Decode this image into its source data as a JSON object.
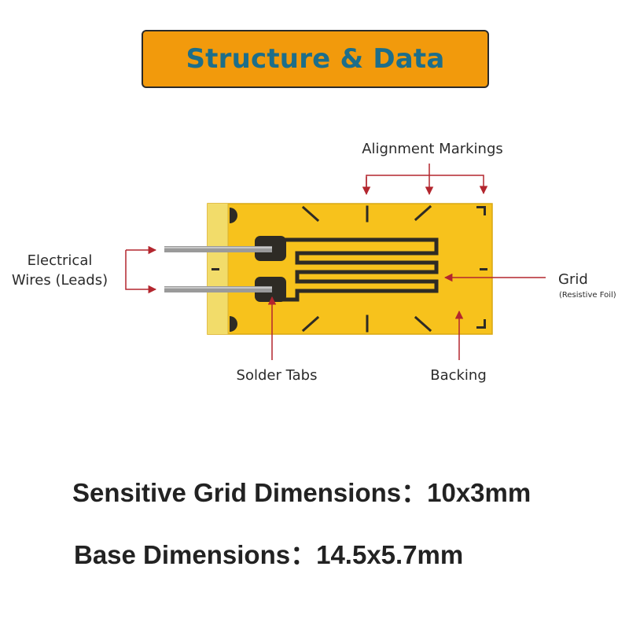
{
  "header": {
    "title": "Structure & Data"
  },
  "diagram": {
    "labels": {
      "alignment_markings": "Alignment Markings",
      "electrical_wires_line1": "Electrical",
      "electrical_wires_line2": "Wires (Leads)",
      "grid": "Grid",
      "grid_sub": "(Resistive Foil)",
      "solder_tabs": "Solder Tabs",
      "backing": "Backing"
    },
    "colors": {
      "backing": "#f7c21c",
      "backing_edge": "#f2dc6a",
      "foil": "#2e2b25",
      "wire": "#9a9a9a",
      "arrow": "#b3262e"
    }
  },
  "specs": {
    "grid_dimensions": "Sensitive Grid Dimensions：10x3mm",
    "base_dimensions": "Base Dimensions：14.5x5.7mm"
  }
}
